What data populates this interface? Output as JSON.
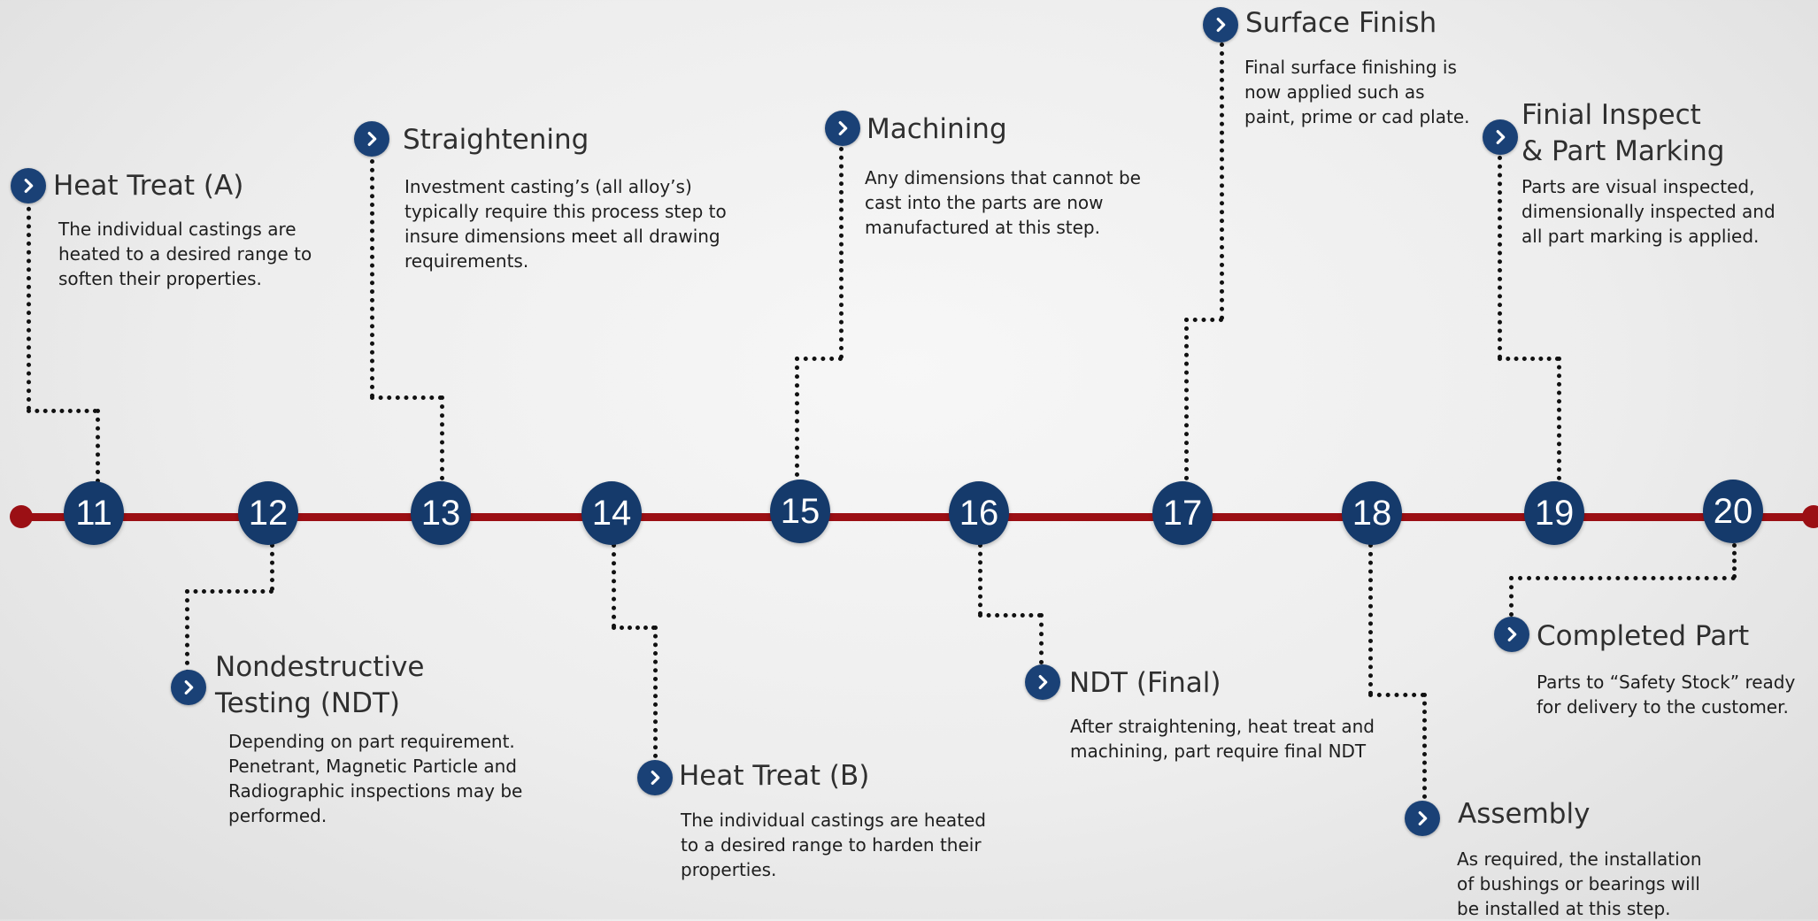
{
  "nodes": [
    "11",
    "12",
    "13",
    "14",
    "15",
    "16",
    "17",
    "18",
    "19",
    "20"
  ],
  "steps": {
    "heat_treat_a": {
      "title": "Heat Treat (A)",
      "desc": "The individual castings are\nheated to a desired range to\nsoften their properties."
    },
    "ndt": {
      "title": "Nondestructive\nTesting (NDT)",
      "desc": "Depending on part requirement.\nPenetrant, Magnetic Particle and\nRadiographic inspections may be\nperformed."
    },
    "straightening": {
      "title": "Straightening",
      "desc": "Investment casting’s (all alloy’s)\ntypically require this process step to\ninsure dimensions meet all drawing\nrequirements."
    },
    "heat_treat_b": {
      "title": "Heat Treat (B)",
      "desc": "The individual castings are heated\nto a desired range to  harden their\nproperties."
    },
    "machining": {
      "title": "Machining",
      "desc": "Any dimensions that cannot be\ncast into the parts are now\nmanufactured at this step."
    },
    "ndt_final": {
      "title": "NDT (Final)",
      "desc": "After straightening, heat treat and\nmachining, part require final NDT"
    },
    "surface_finish": {
      "title": "Surface Finish",
      "desc": "Final surface finishing is\nnow applied such as\npaint, prime or cad plate."
    },
    "assembly": {
      "title": "Assembly",
      "desc": "As required, the installation\nof bushings or bearings will\nbe installed at this step."
    },
    "final_inspect": {
      "title": "Finial Inspect\n& Part Marking",
      "desc": "Parts are visual inspected,\ndimensionally inspected and\nall part marking is applied."
    },
    "completed_part": {
      "title": "Completed Part",
      "desc": "Parts to “Safety Stock” ready\nfor delivery to the customer."
    }
  },
  "colors": {
    "timeline": "#9b0f14",
    "node": "#153a6b",
    "chevron": "#1a4176"
  },
  "icons": {
    "step_marker": "chevron-right-icon"
  }
}
